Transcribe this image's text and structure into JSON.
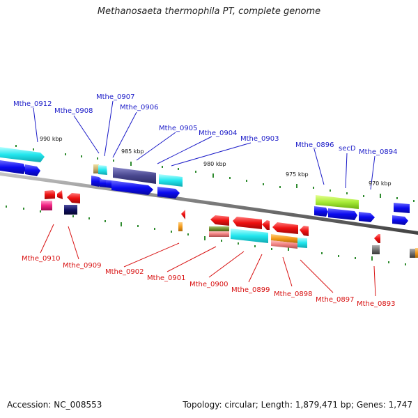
{
  "title": "Methanosaeta thermophila PT, complete genome",
  "footer": {
    "accession": "Accession: NC_008553",
    "info": "Topology: circular; Length: 1,879,471 bp; Genes: 1,747"
  },
  "kbp_marks": [
    "990 kbp",
    "985 kbp",
    "980 kbp",
    "975 kbp",
    "970 kbp"
  ],
  "genes_top": [
    "Mthe_0912",
    "Mthe_0908",
    "Mthe_0907",
    "Mthe_0906",
    "Mthe_0905",
    "Mthe_0904",
    "Mthe_0903",
    "Mthe_0896",
    "secD",
    "Mthe_0894"
  ],
  "genes_bottom": [
    "Mthe_0910",
    "Mthe_0909",
    "Mthe_0902",
    "Mthe_0901",
    "Mthe_0900",
    "Mthe_0899",
    "Mthe_0898",
    "Mthe_0897",
    "Mthe_0893"
  ],
  "colors": {
    "top_label": "#1a1ac8",
    "bottom_label": "#d81010",
    "backbone": "#808080",
    "tick": "#2e8b2e",
    "blue_gene": "#0a0ae8",
    "cyan_gene": "#20e0e8",
    "red_gene": "#e81010"
  }
}
